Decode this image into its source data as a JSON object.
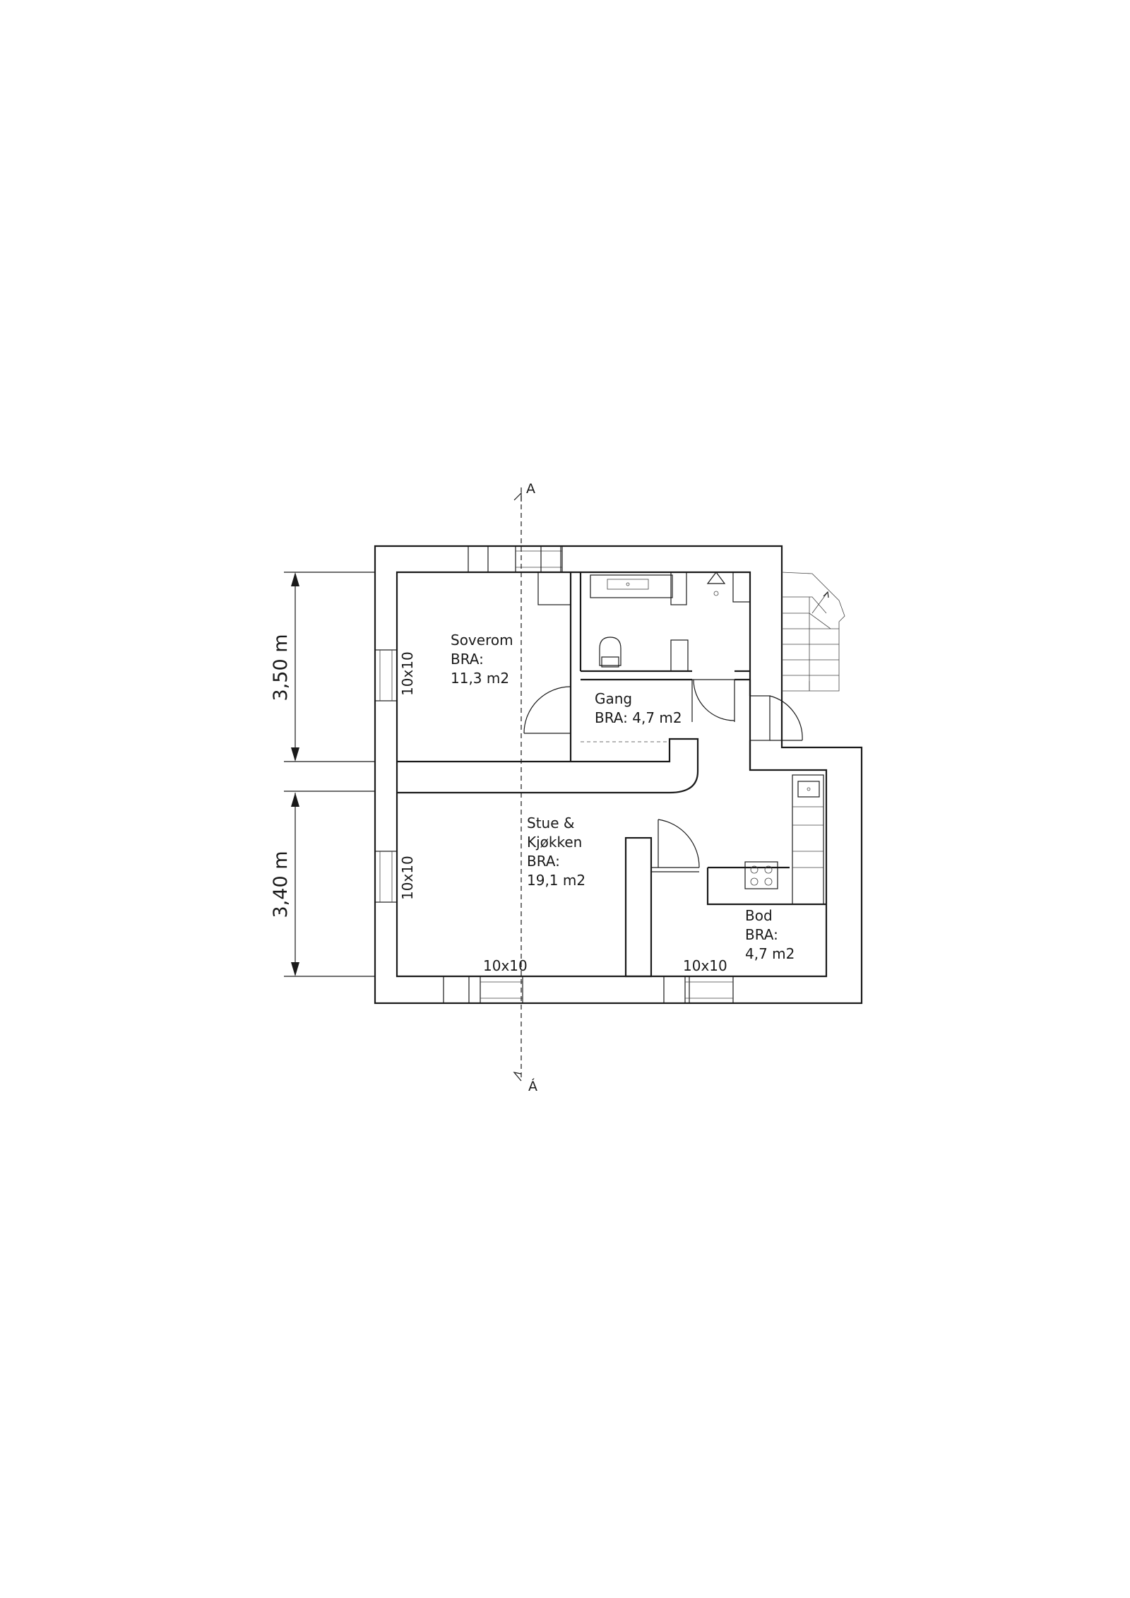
{
  "rooms": {
    "soverom": {
      "name": "Soverom",
      "bra": "BRA:",
      "area": "11,3 m2"
    },
    "gang": {
      "name": "Gang",
      "bra_area": "BRA: 4,7 m2"
    },
    "stue": {
      "name_line1": "Stue &",
      "name_line2": "Kjøkken",
      "bra": "BRA:",
      "area": "19,1 m2"
    },
    "bod": {
      "name": "Bod",
      "bra": "BRA:",
      "area": "4,7 m2"
    }
  },
  "dimensions": {
    "upper": "3,50 m",
    "lower": "3,40 m"
  },
  "window_labels": [
    "10x10",
    "10x10",
    "10x10",
    "10x10"
  ],
  "section": {
    "top": "A",
    "bottom": "Á"
  }
}
